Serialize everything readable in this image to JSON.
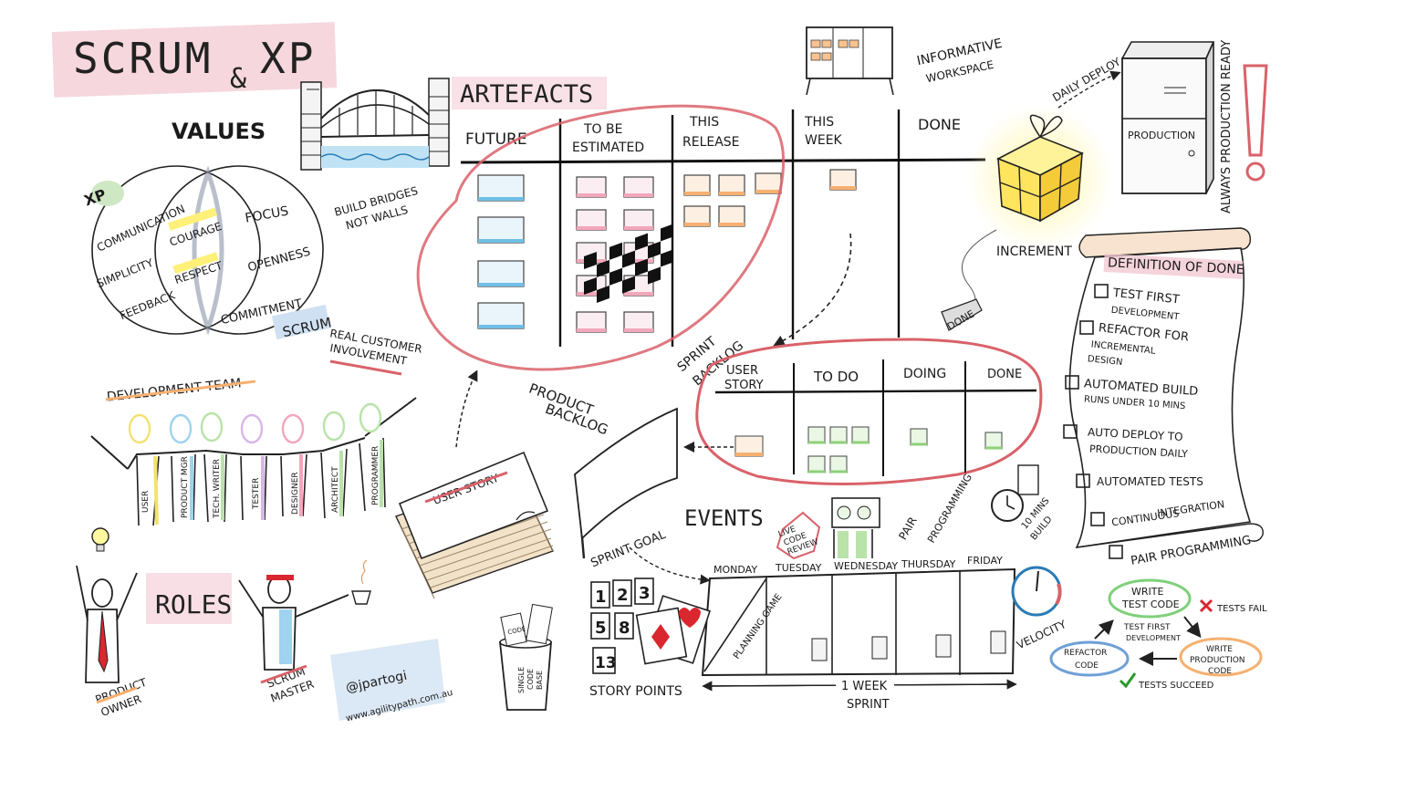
{
  "title": {
    "main": "SCRUM",
    "amp": "&",
    "second": "XP"
  },
  "values": {
    "heading": "VALUES",
    "xp_tag": "XP",
    "scrum_tag": "SCRUM",
    "xp_items": [
      "COMMUNICATION",
      "SIMPLICITY",
      "FEEDBACK"
    ],
    "shared_items": [
      "COURAGE",
      "RESPECT"
    ],
    "scrum_items": [
      "FOCUS",
      "OPENNESS",
      "COMMITMENT"
    ]
  },
  "bridge": {
    "caption_line1": "BUILD BRIDGES",
    "caption_line2": "NOT WALLS"
  },
  "artefacts": {
    "heading": "ARTEFACTS",
    "columns": [
      "FUTURE",
      "TO BE",
      "ESTIMATED",
      "THIS",
      "RELEASE",
      "THIS",
      "WEEK",
      "DONE"
    ],
    "product_backlog_label_1": "PRODUCT",
    "product_backlog_label_2": "BACKLOG",
    "sprint_backlog_label_1": "SPRINT",
    "sprint_backlog_label_2": "BACKLOG"
  },
  "workspace": {
    "line1": "INFORMATIVE",
    "line2": "WORKSPACE"
  },
  "increment": {
    "label": "INCREMENT",
    "deploy": "DAILY DEPLOY",
    "done_tag": "DONE"
  },
  "production": {
    "label": "PRODUCTION",
    "ready": "ALWAYS PRODUCTION READY"
  },
  "dod": {
    "heading": "DEFINITION OF DONE",
    "items": [
      [
        "TEST FIRST",
        "DEVELOPMENT"
      ],
      [
        "REFACTOR FOR",
        "INCREMENTAL",
        "DESIGN"
      ],
      [
        "AUTOMATED BUILD",
        "RUNS UNDER 10 MINS"
      ],
      [
        "AUTO DEPLOY TO",
        "PRODUCTION DAILY"
      ],
      [
        "AUTOMATED TESTS"
      ],
      [
        "CONTINUOUS",
        "INTEGRATION"
      ],
      [
        "PAIR PROGRAMMING"
      ]
    ]
  },
  "sprint_board": {
    "columns": [
      "USER",
      "STORY",
      "TO DO",
      "DOING",
      "DONE"
    ]
  },
  "team": {
    "heading": "DEVELOPMENT TEAM",
    "customer_line1": "REAL CUSTOMER",
    "customer_line2": "INVOLVEMENT",
    "members": [
      "USER",
      "PRODUCT MGR",
      "TECH. WRITER",
      "TESTER",
      "DESIGNER",
      "ARCHITECT",
      "PROGRAMMER"
    ]
  },
  "user_story": {
    "label": "USER STORY"
  },
  "sprint_goal": {
    "label": "SPRINT GOAL"
  },
  "events": {
    "heading": "EVENTS",
    "days": [
      "MONDAY",
      "TUESDAY",
      "WEDNESDAY",
      "THURSDAY",
      "FRIDAY"
    ],
    "planning": "PLANNING GAME",
    "week": "1 WEEK",
    "sprint": "SPRINT",
    "velocity": "VELOCITY",
    "live_review": [
      "LIVE",
      "CODE",
      "REVIEW"
    ],
    "pair": [
      "PAIR",
      "PROGRAMMING"
    ],
    "build": [
      "10 MINS",
      "BUILD"
    ]
  },
  "story_points": {
    "label": "STORY POINTS",
    "cards": [
      "1",
      "2",
      "3",
      "5",
      "8",
      "13"
    ]
  },
  "code_base": {
    "label": [
      "SINGLE",
      "CODE",
      "BASE"
    ],
    "chip": "CODE"
  },
  "roles": {
    "heading": "ROLES",
    "owner": [
      "PRODUCT",
      "OWNER"
    ],
    "master": [
      "SCRUM",
      "MASTER"
    ]
  },
  "credit": {
    "handle": "@jpartogi",
    "site": "www.agilitypath.com.au"
  },
  "tdd": {
    "write_test": [
      "WRITE",
      "TEST CODE"
    ],
    "tests_fail": "TESTS FAIL",
    "center": [
      "TEST FIRST",
      "DEVELOPMENT"
    ],
    "write_prod": [
      "WRITE",
      "PRODUCTION",
      "CODE"
    ],
    "refactor": [
      "REFACTOR",
      "CODE"
    ],
    "tests_succeed": "TESTS SUCCEED"
  },
  "colors": {
    "pink_highlight": "#f3c9d3",
    "blue_highlight": "#cfe0f2",
    "sticky_blue": "#9fd3ef",
    "sticky_pink": "#f6c6d2",
    "sticky_orange": "#f9c28e",
    "sticky_green": "#b9e3a9",
    "sticky_yellow": "#fbdca0",
    "red_circle": "#d9626a",
    "gift": "#ffe45e"
  }
}
